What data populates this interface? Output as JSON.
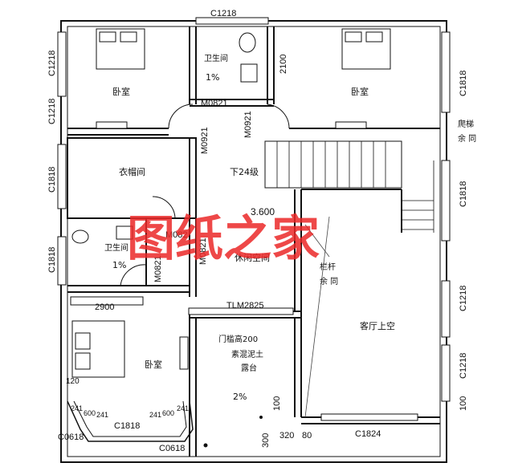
{
  "colors": {
    "wall": "#111111",
    "watermark": "#e83030",
    "background": "#ffffff"
  },
  "watermark": "图纸之家",
  "rooms": {
    "bedroom_top_left": "卧室",
    "bedroom_top_right": "卧室",
    "bedroom_bottom_left": "卧室",
    "bathroom_top": "卫生间",
    "bathroom_left": "卫生间",
    "wardrobe": "衣帽间",
    "lounge": "休闲空间",
    "living_void": "客厅上空",
    "terrace_line1": "素混泥土",
    "terrace_line2": "露台",
    "stair_down": "下24级",
    "railing_top_line1": "爬梯",
    "railing_top_line2": "余 同",
    "railing_mid_line1": "栏杆",
    "railing_mid_line2": "余 同",
    "door_height": "门槛高200"
  },
  "slopes": {
    "bath_top": "1%",
    "bath_left": "1%",
    "terrace": "2%"
  },
  "codes": {
    "c1218_top": "C1218",
    "c1218_left_a": "C1218",
    "c1218_left_b": "C1218",
    "c1818_left_a": "C1818",
    "c1818_left_b": "C1818",
    "c1818_right_a": "C1818",
    "c1818_right_b": "C1818",
    "c1218_right_a": "C1218",
    "c1218_right_b": "C1218",
    "c1818_bottom": "C1818",
    "c1824_bottom": "C1824",
    "c0618_a": "C0618",
    "c0618_b": "C0618",
    "m0821_a": "M0821",
    "m0921_a": "M0921",
    "m0921_b": "M0921",
    "m0821_left": "M0821",
    "m0821_lounge": "M0821",
    "m082_partial": "M082",
    "tlm2825": "TLM2825"
  },
  "dims": {
    "d2100": "2100",
    "d3600": "3.600",
    "d2900": "2900",
    "d100_a": "100",
    "d100_b": "100",
    "d300": "300",
    "d320": "320",
    "d80": "80",
    "d120": "120",
    "d241_a": "241",
    "d600_a": "600",
    "d241_b": "241",
    "d241_c": "241",
    "d600_b": "600",
    "d241_d": "241"
  }
}
